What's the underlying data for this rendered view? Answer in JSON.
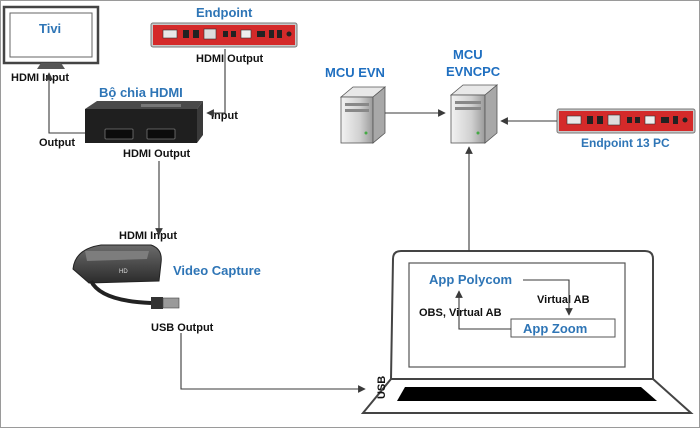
{
  "labels": {
    "tivi": "Tivi",
    "tivi_input": "HDMI Input",
    "endpoint": "Endpoint",
    "endpoint_output": "HDMI Output",
    "splitter_title": "Bộ chia HDMI",
    "splitter_input": "Input",
    "splitter_output_left": "Output",
    "splitter_output_bottom": "HDMI Output",
    "capture_input": "HDMI Input",
    "video_capture": "Video Capture",
    "usb_output": "USB Output",
    "mcu_evn": "MCU EVN",
    "mcu_evncpc_line1": "MCU",
    "mcu_evncpc_line2": "EVNCPC",
    "endpoint_13": "Endpoint 13 PC",
    "app_polycom": "App Polycom",
    "virtual_ab": "Virtual AB",
    "obs_virtual_ab": "OBS, Virtual AB",
    "app_zoom": "App Zoom",
    "laptop_usb": "USB"
  },
  "colors": {
    "accent_blue": "#2e75b6",
    "endpoint_red": "#d42a2a",
    "device_dark": "#2a2a2a",
    "server_gray": "#bdbdbd",
    "wire": "#3a3a3a"
  }
}
